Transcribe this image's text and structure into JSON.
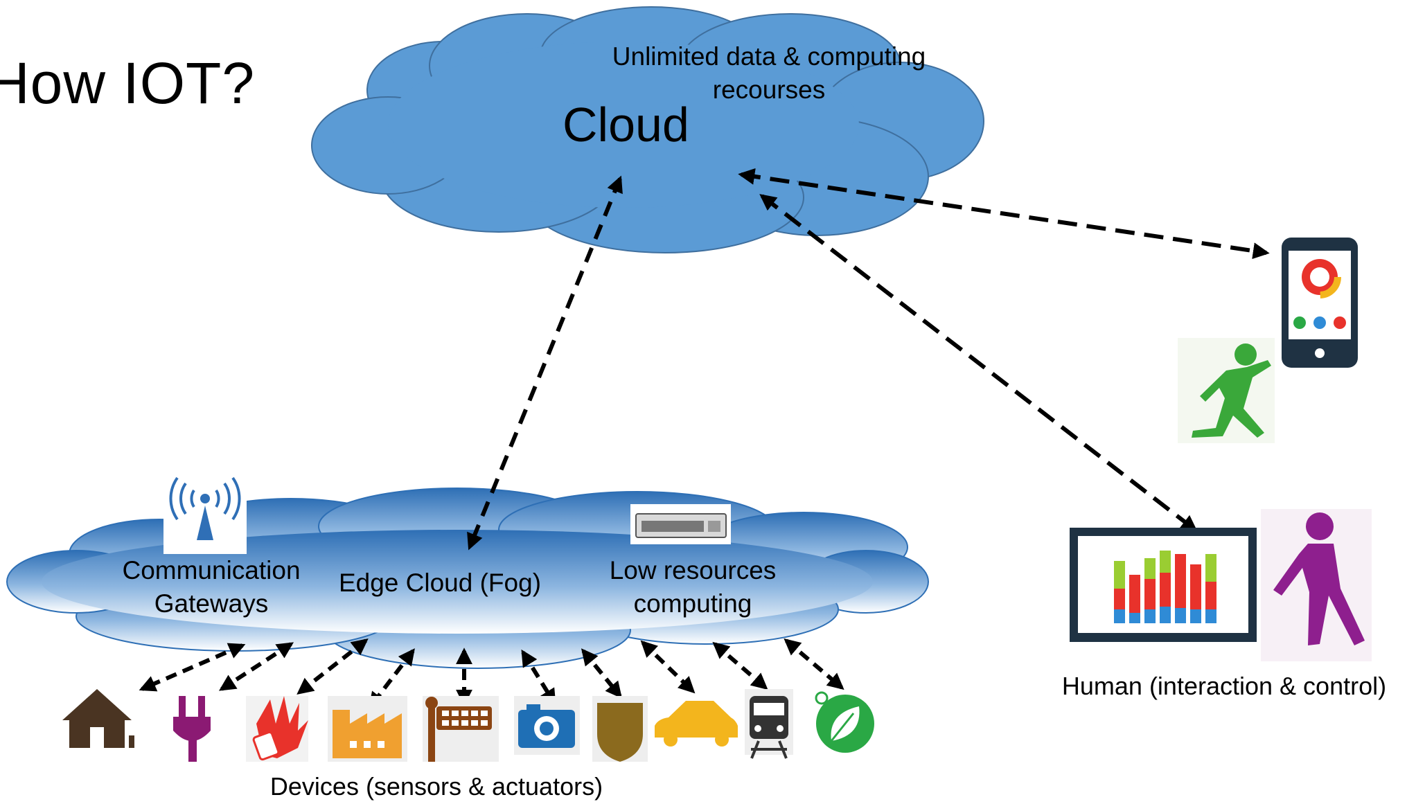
{
  "slide": {
    "title": "How IOT?"
  },
  "cloud": {
    "title": "Cloud",
    "subtitle": "Unlimited data & computing recourses",
    "color": "#5B9BD5"
  },
  "edge": {
    "gateways_label": "Communication Gateways",
    "fog_label": "Edge Cloud (Fog)",
    "low_resources_label": "Low resources computing"
  },
  "devices": {
    "caption": "Devices (sensors & actuators)",
    "items": [
      {
        "icon": "house-icon",
        "color": "#4a3422"
      },
      {
        "icon": "plug-icon",
        "color": "#8b1a73"
      },
      {
        "icon": "glove-icon",
        "color": "#e8322b"
      },
      {
        "icon": "factory-icon",
        "color": "#f0a030"
      },
      {
        "icon": "signal-keypad-icon",
        "color": "#8b4513"
      },
      {
        "icon": "camera-icon",
        "color": "#1f6fb5"
      },
      {
        "icon": "shield-icon",
        "color": "#8b6a1e"
      },
      {
        "icon": "car-icon",
        "color": "#f3b51d"
      },
      {
        "icon": "train-icon",
        "color": "#333333"
      },
      {
        "icon": "leaf-icon",
        "color": "#2aa845"
      }
    ]
  },
  "human": {
    "caption": "Human (interaction & control)"
  }
}
